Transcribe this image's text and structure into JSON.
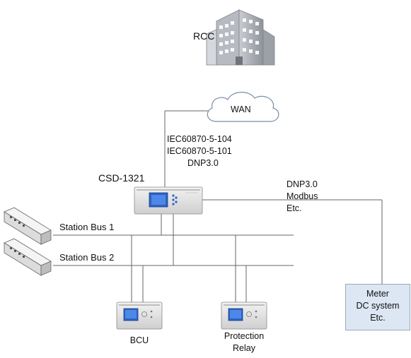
{
  "rcc": {
    "label": "RCC"
  },
  "wan": {
    "label": "WAN"
  },
  "upstream_protocols": [
    "IEC60870-5-104",
    "IEC60870-5-101",
    "DNP3.0"
  ],
  "gateway": {
    "label": "CSD-1321"
  },
  "field_protocols": [
    "DNP3.0",
    "Modbus",
    "Etc."
  ],
  "station_bus_1": {
    "label": "Station Bus 1"
  },
  "station_bus_2": {
    "label": "Station Bus 2"
  },
  "meter_box": {
    "lines": [
      "Meter",
      "DC system",
      "Etc."
    ]
  },
  "bcu": {
    "label": "BCU"
  },
  "protection_relay": {
    "lines": [
      "Protection",
      "Relay"
    ]
  },
  "colors": {
    "line": "#666666",
    "device_body": "#e6e6e6",
    "screen": "#2a62c9",
    "meter_fill": "#dce7f3"
  }
}
